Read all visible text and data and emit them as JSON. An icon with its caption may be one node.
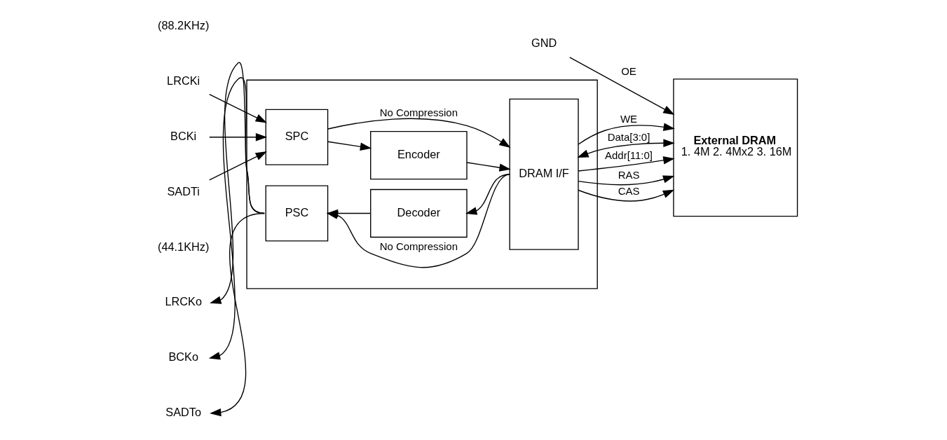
{
  "diagram": {
    "nodes": [
      {
        "text": [],
        "shape": "box"
      },
      {
        "text": [
          "SPC"
        ],
        "in": 0
      },
      {
        "text": [
          "Encoder"
        ],
        "in": 0
      },
      {
        "text": [
          "DRAM I/F"
        ],
        "in": 0
      },
      {
        "text": [
          "Decoder"
        ],
        "in": 0
      },
      {
        "text": [
          "PSC"
        ],
        "in": 0
      },
      {
        "text": [
          "External DRAM",
          "1. 4M 2. 4Mx2 3. 16M"
        ]
      },
      {
        "text": [
          "LRCKi"
        ]
      },
      {
        "text": [
          "BCKi"
        ]
      },
      {
        "text": [
          "SADTi"
        ]
      },
      {
        "text": [
          "LRCKo"
        ]
      },
      {
        "text": [
          "BCKo"
        ]
      },
      {
        "text": [
          "SADTo"
        ]
      },
      {
        "text": [
          "GND"
        ]
      }
    ],
    "edges": [
      {
        "from": 7,
        "to": 1,
        "arrow": "to"
      },
      {
        "from": 8,
        "to": 1,
        "arrow": "to"
      },
      {
        "from": 9,
        "to": 1,
        "arrow": "to"
      },
      {
        "from": 1,
        "to": 2,
        "arrow": "to"
      },
      {
        "from": 1,
        "to": 3,
        "arrow": "to",
        "label": "No Compression"
      },
      {
        "from": 2,
        "to": 3,
        "arrow": "to"
      },
      {
        "from": 3,
        "to": 6,
        "arrow": "both",
        "label": "Data[3:0]"
      },
      {
        "from": 3,
        "to": 6,
        "arrow": "to",
        "label": "Addr[11:0]"
      },
      {
        "from": 3,
        "to": 6,
        "arrow": "to",
        "label": "RAS"
      },
      {
        "from": 3,
        "to": 6,
        "arrow": "to",
        "label": "CAS"
      },
      {
        "from": 3,
        "to": 6,
        "arrow": "to",
        "label": "WE"
      },
      {
        "from": 13,
        "to": 6,
        "arrow": "to",
        "label": "OE"
      },
      {
        "from": 3,
        "to": 4,
        "arrow": "to"
      },
      {
        "from": 3,
        "to": 5,
        "arrow": "to",
        "label": "No Compression"
      },
      {
        "from": 4,
        "to": 5,
        "arrow": "to"
      },
      {
        "from": 5,
        "to": 10,
        "arrow": "to"
      },
      {
        "from": 5,
        "to": 11,
        "arrow": "to"
      },
      {
        "from": 5,
        "to": 12,
        "arrow": "to"
      }
    ],
    "labels": [
      "(88.2KHz)",
      "(44.1KHz)"
    ]
  }
}
